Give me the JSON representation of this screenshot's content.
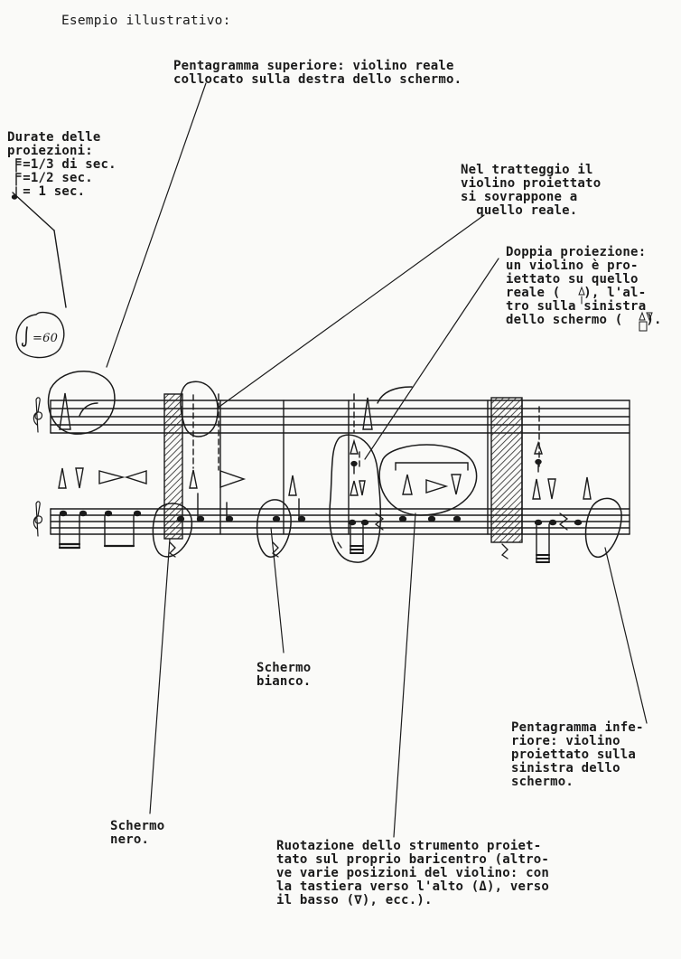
{
  "header": {
    "title": "Esempio illustrativo:"
  },
  "notes": {
    "upper_staff": "Pentagramma superiore: violino reale\ncollocato sulla destra dello schermo.",
    "durations": "Durate delle\nproiezioni:\n  =1/3 di sec.\n  =1/2 sec.\n  = 1 sec.",
    "tempo": "=60",
    "dashed": "Nel tratteggio il\nviolino proiettato\nsi sovrappone a\n  quello reale.",
    "double_projection": "Doppia proiezione:\nun violino è pro-\niettato su quello\nreale (   ), l'al-\ntro sulla sinistra\ndello schermo (   ).",
    "white_screen": "Schermo\nbianco.",
    "lower_staff": "Pentagramma infe-\nriore: violino\nproiettato sulla\nsinistra dello\nschermo.",
    "black_screen": "Schermo\nnero.",
    "rotation": "Ruotazione dello strumento proiet-\ntato sul proprio baricentro (altro-\nve varie posizioni del violino: con\nla tastiera verso l'alto (Δ), verso\nil basso (∇), ecc.)."
  }
}
